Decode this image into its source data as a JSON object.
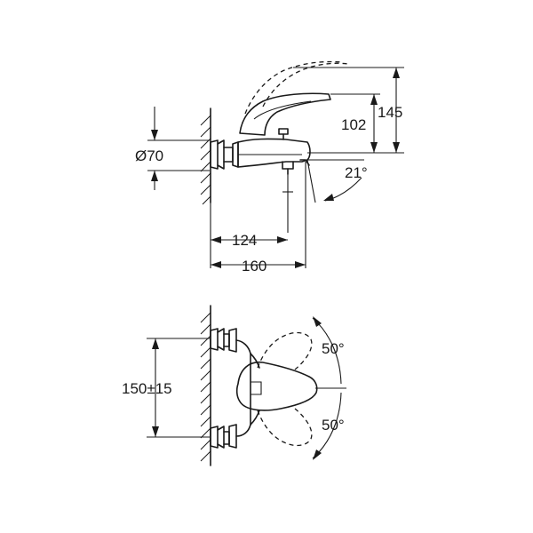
{
  "top_view": {
    "dim_height_total": "145",
    "dim_height_spout": "102",
    "dim_diameter": "Ø70",
    "dim_angle": "21°",
    "dim_depth_spout": "124",
    "dim_depth_total": "160"
  },
  "bottom_view": {
    "dim_center_distance": "150±15",
    "dim_angle_upper": "50°",
    "dim_angle_lower": "50°"
  },
  "colors": {
    "line": "#1a1a1a",
    "background": "#ffffff"
  }
}
